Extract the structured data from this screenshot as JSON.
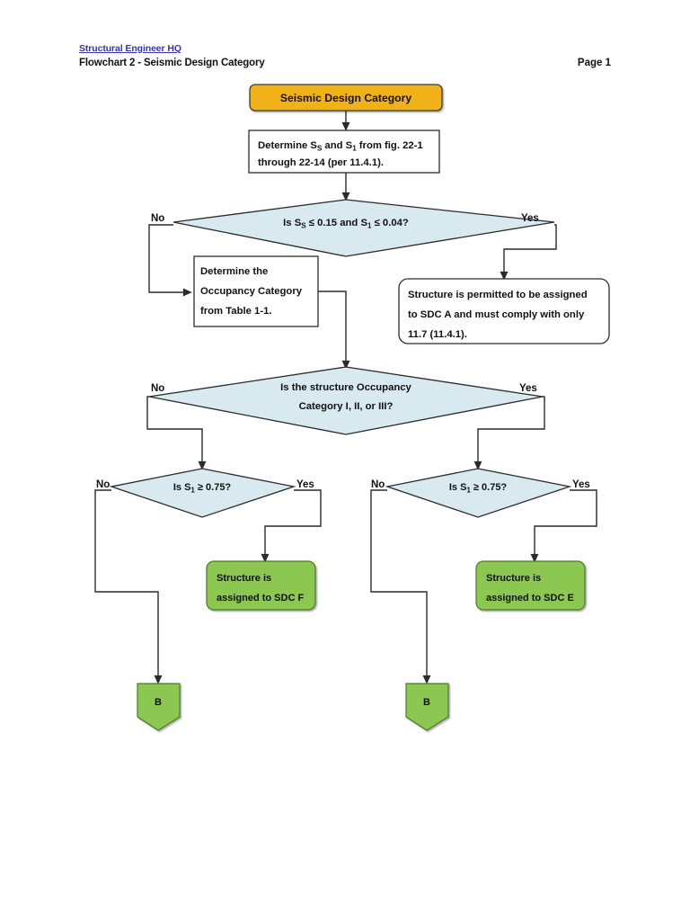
{
  "header": {
    "link_label": "Structural Engineer HQ",
    "subtitle": "Flowchart 2 - Seismic Design Category",
    "page_label": "Page 1"
  },
  "colors": {
    "title_fill": "#F0B213",
    "decision_fill": "#D8E9F0",
    "result_fill": "#8CC751",
    "process_fill": "#FFFFFF",
    "stroke": "#3A3A3A",
    "link": "#3333BB"
  },
  "nodes": {
    "title": {
      "label": "Seismic Design Category"
    },
    "determine_s": {
      "line1_a": "Determine S",
      "line1_sub1": "S",
      "line1_b": " and S",
      "line1_sub2": "1",
      "line1_c": " from fig. 22-1",
      "line2": "through 22-14 (per 11.4.1)."
    },
    "decision1": {
      "text_a": "Is S",
      "sub_a": "S",
      "text_b": " ≤ 0.15 and S",
      "sub_b": "1",
      "text_c": " ≤ 0.04?",
      "no_label": "No",
      "yes_label": "Yes"
    },
    "occupancy_box": {
      "line1": "Determine the",
      "line2": "Occupancy Category",
      "line3": "from Table 1-1."
    },
    "sdc_a_box": {
      "line1": "Structure is permitted to be assigned",
      "line2": "to SDC A and must comply with only",
      "line3": "11.7 (11.4.1)."
    },
    "decision2": {
      "line1": "Is the structure Occupancy",
      "line2": "Category I, II, or III?",
      "no_label": "No",
      "yes_label": "Yes"
    },
    "decision3_left": {
      "text_a": "Is S",
      "sub_a": "1",
      "text_b": " ≥ 0.75?",
      "no_label": "No",
      "yes_label": "Yes"
    },
    "decision3_right": {
      "text_a": "Is S",
      "sub_a": "1",
      "text_b": " ≥ 0.75?",
      "no_label": "No",
      "yes_label": "Yes"
    },
    "sdc_f_box": {
      "line1": "Structure is",
      "line2": "assigned to SDC F"
    },
    "sdc_e_box": {
      "line1": "Structure is",
      "line2": "assigned to SDC E"
    },
    "connector_left": {
      "label": "B"
    },
    "connector_right": {
      "label": "B"
    }
  }
}
